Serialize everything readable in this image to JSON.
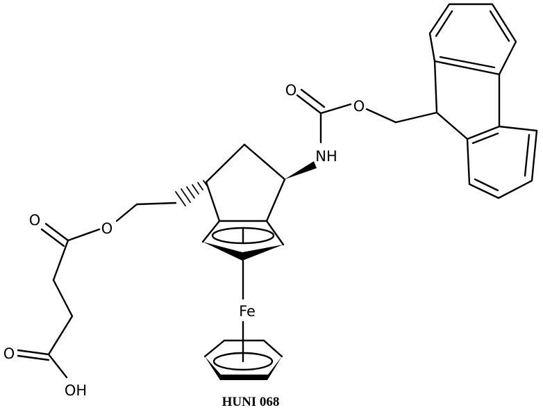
{
  "diagram": {
    "caption": "HUNI 068",
    "atoms": {
      "carbonyl_o_top": "O",
      "ester_o_top": "O",
      "amine": "NH",
      "iron": "Fe",
      "ester_o_left": "O",
      "carbonyl_o_left": "O",
      "acid_o": "O",
      "hydroxyl": "OH"
    },
    "colors": {
      "ink": "#000000",
      "background": "#ffffff"
    }
  }
}
